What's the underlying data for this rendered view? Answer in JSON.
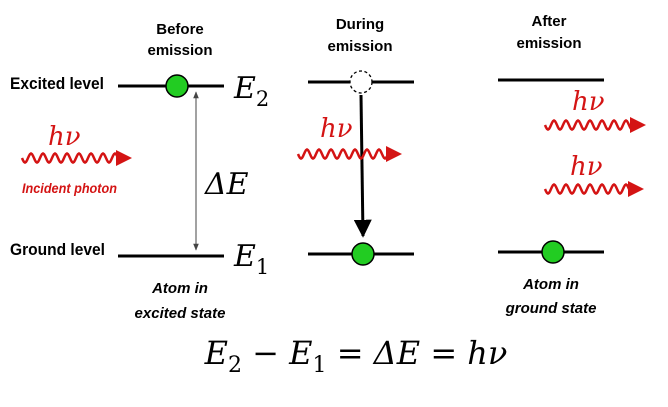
{
  "stages": {
    "before": {
      "heading_line1": "Before",
      "heading_line2": "emission",
      "caption_line1": "Atom in",
      "caption_line2": "excited state"
    },
    "during": {
      "heading_line1": "During",
      "heading_line2": "emission"
    },
    "after": {
      "heading_line1": "After",
      "heading_line2": "emission",
      "caption_line1": "Atom in",
      "caption_line2": "ground state"
    }
  },
  "levels": {
    "excited_label": "Excited level",
    "ground_label": "Ground level",
    "e2_symbol": "E",
    "e2_subscript": "2",
    "e1_symbol": "E",
    "e1_subscript": "1",
    "delta_symbol": "ΔE"
  },
  "photon": {
    "symbol": "hν",
    "incident_label": "Incident photon"
  },
  "equation": {
    "e2": "E",
    "e2_sub": "2",
    "minus": " − ",
    "e1": "E",
    "e1_sub": "1",
    "rest": " = ΔE = hν"
  },
  "colors": {
    "atom_fill": "#22cc22",
    "photon_red": "#d41414",
    "line_black": "#000000"
  }
}
